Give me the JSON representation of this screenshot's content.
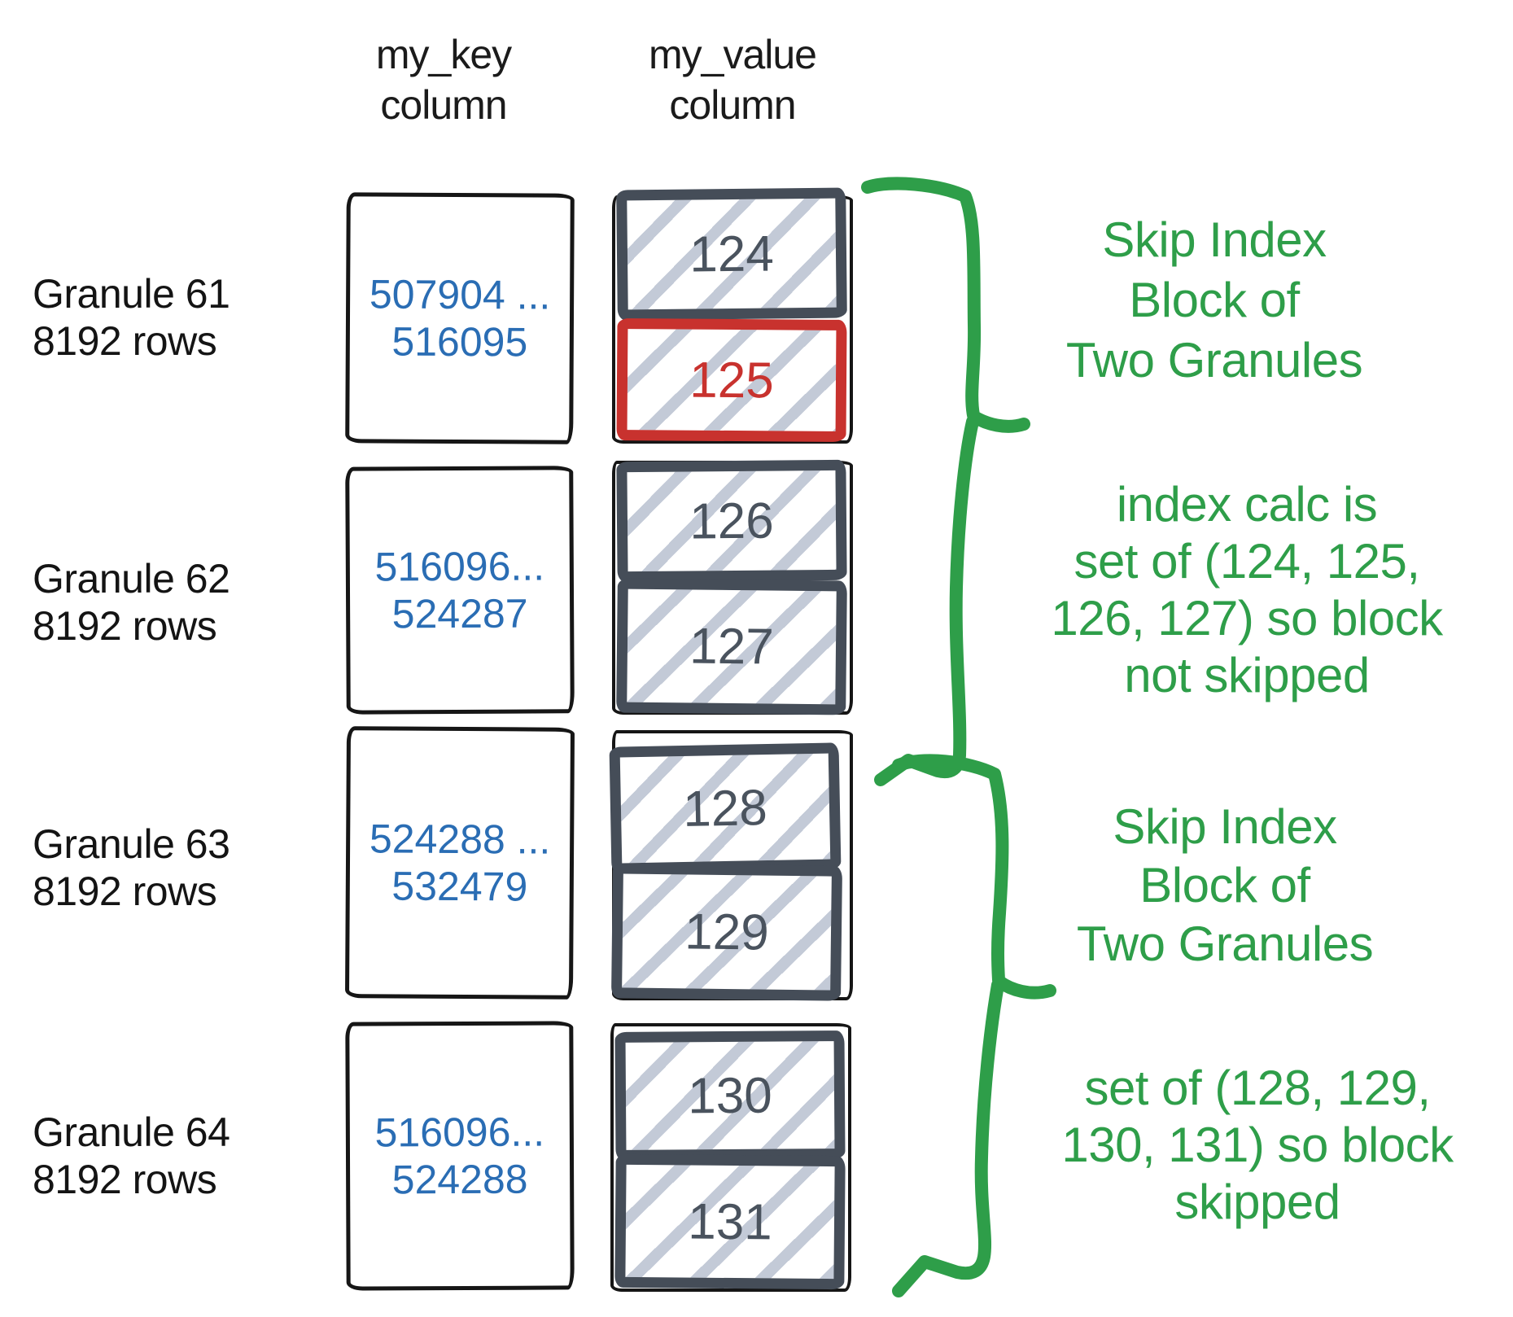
{
  "diagram": {
    "columns": {
      "key": {
        "title_line1": "my_key",
        "title_line2": "column"
      },
      "value": {
        "title_line1": "my_value",
        "title_line2": "column"
      }
    },
    "granules": [
      {
        "label": "Granule 61",
        "rows_label": "8192 rows",
        "key_min": "507904 ...",
        "key_max": "516095",
        "blocks": [
          {
            "value": "124"
          },
          {
            "value": "125",
            "highlighted": true
          }
        ]
      },
      {
        "label": "Granule 62",
        "rows_label": "8192 rows",
        "key_min": "516096...",
        "key_max": "524287",
        "blocks": [
          {
            "value": "126"
          },
          {
            "value": "127"
          }
        ]
      },
      {
        "label": "Granule 63",
        "rows_label": "8192 rows",
        "key_min": "524288 ...",
        "key_max": "532479",
        "blocks": [
          {
            "value": "128"
          },
          {
            "value": "129"
          }
        ]
      },
      {
        "label": "Granule 64",
        "rows_label": "8192 rows",
        "key_min": "516096...",
        "key_max": "524288",
        "blocks": [
          {
            "value": "130"
          },
          {
            "value": "131"
          }
        ]
      }
    ],
    "annotations": [
      {
        "lines": [
          "Skip Index",
          "Block of",
          "Two Granules"
        ]
      },
      {
        "lines": [
          "index calc is",
          "set of (124, 125,",
          "126, 127) so block",
          "not skipped"
        ]
      },
      {
        "lines": [
          "Skip Index",
          "Block of",
          "Two Granules"
        ]
      },
      {
        "lines": [
          "set of (128, 129,",
          "130, 131) so block",
          "skipped"
        ]
      }
    ],
    "colors": {
      "green": "#2e9e49",
      "red": "#c8322e",
      "blue": "#2a6db4",
      "slate": "#454d58",
      "hatch": "#c3cad7",
      "ink": "#161616"
    }
  }
}
